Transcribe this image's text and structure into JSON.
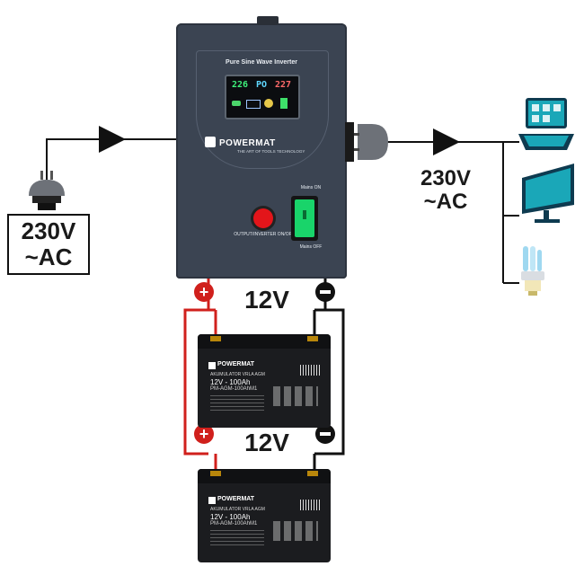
{
  "left_source": {
    "voltage": "230V",
    "type": "~AC"
  },
  "right_output": {
    "voltage": "230V",
    "type": "~AC"
  },
  "inverter": {
    "title": "Pure Sine Wave Inverter",
    "lcd": {
      "left_value": "226",
      "mode": "PO",
      "right_value": "227"
    },
    "brand": "POWERMAT",
    "tagline": "THE ART OF TOOLS TECHNOLOGY",
    "button_label": "OUTPUT/INVERTER ON/OFF",
    "mains_on": "Mains ON",
    "mains_off": "Mains OFF"
  },
  "batteries": [
    {
      "voltage_label": "12V",
      "brand": "POWERMAT",
      "type_line": "AKUMULATOR VRLA AGM",
      "capacity": "12V - 100Ah",
      "model": "PM-AGM-100AhM1"
    },
    {
      "voltage_label": "12V",
      "brand": "POWERMAT",
      "type_line": "AKUMULATOR VRLA AGM",
      "capacity": "12V - 100Ah",
      "model": "PM-AGM-100AhM1"
    }
  ],
  "colors": {
    "positive": "#d0201c",
    "negative": "#111111",
    "inverter_body": "#3b4452",
    "accent_teal": "#1aa7b8"
  }
}
